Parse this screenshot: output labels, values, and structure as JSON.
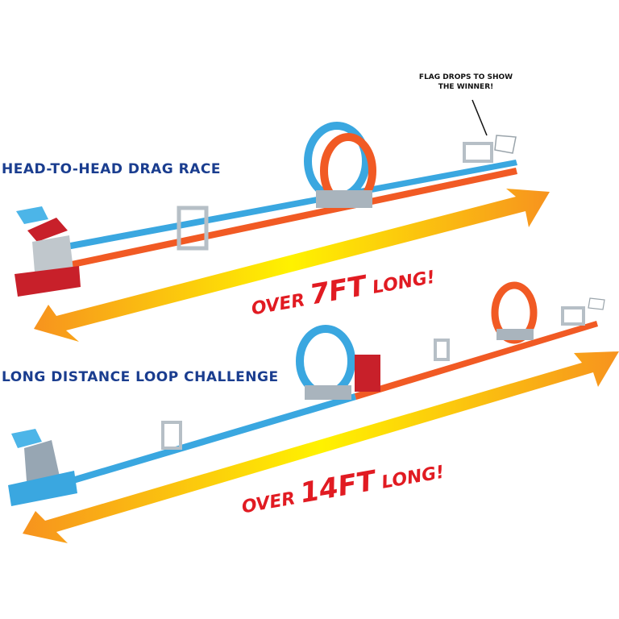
{
  "headings": {
    "drag_race": "HEAD-TO-HEAD DRAG RACE",
    "loop_challenge": "LONG DISTANCE LOOP CHALLENGE"
  },
  "callout": {
    "line1": "FLAG DROPS TO SHOW",
    "line2": "THE WINNER!"
  },
  "lengths": {
    "top": {
      "prefix": "OVER ",
      "value": "7FT",
      "suffix": " LONG!"
    },
    "bottom": {
      "prefix": "OVER ",
      "value": "14FT",
      "suffix": " LONG!"
    }
  },
  "colors": {
    "heading": "#1a3d8f",
    "length_text": "#e11b22",
    "track_blue": "#3aa7e0",
    "track_orange": "#f15a24",
    "launcher_red": "#c8202a",
    "arrow_start": "#f7931e",
    "arrow_end": "#fff200"
  }
}
